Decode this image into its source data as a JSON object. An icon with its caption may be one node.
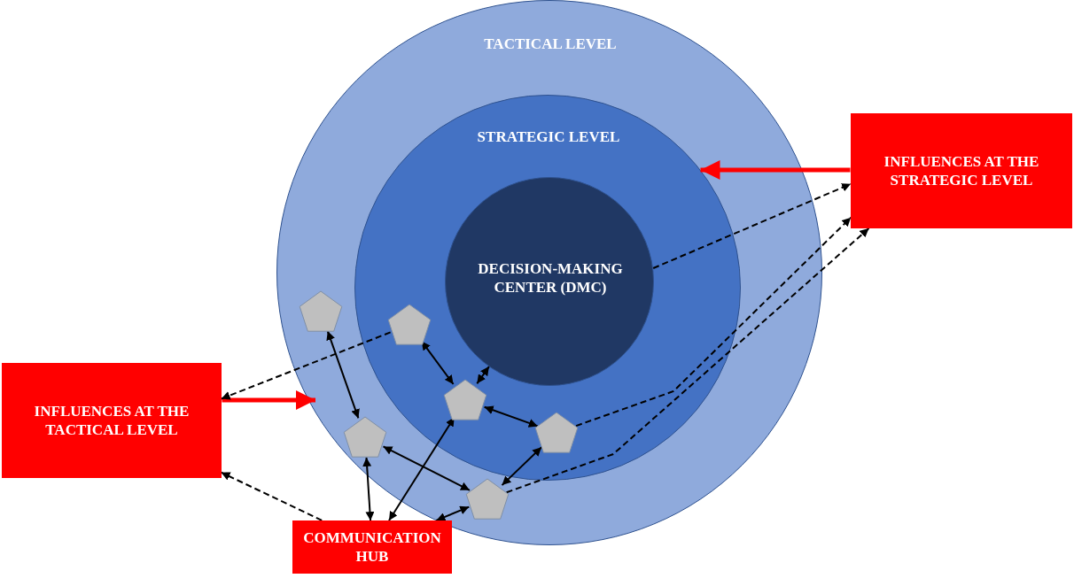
{
  "diagram": {
    "nodes": [
      {
        "text": [
          "TACTICAL LEVEL"
        ]
      },
      {
        "text": [
          "STRATEGIC LEVEL"
        ],
        "in": 0
      },
      {
        "text": [
          "DECISION-MAKING CENTER (DMC)"
        ],
        "in": 1
      },
      {
        "text": [
          "INFLUENCES AT THE STRATEGIC LEVEL"
        ]
      },
      {
        "text": [
          "INFLUENCES AT THE TACTICAL LEVEL"
        ]
      },
      {
        "text": [
          "COMMUNICATION HUB"
        ]
      },
      {
        "text": [],
        "shape": "pentagon",
        "in": 0
      },
      {
        "text": [],
        "shape": "pentagon",
        "in": 0
      },
      {
        "text": [],
        "shape": "pentagon",
        "in": 1
      },
      {
        "text": [],
        "shape": "pentagon",
        "in": 1
      },
      {
        "text": [],
        "shape": "pentagon",
        "in": 0
      },
      {
        "text": [],
        "shape": "pentagon",
        "in": 1
      }
    ],
    "edges": [
      {
        "from": 3,
        "to": 1,
        "arrow": "to",
        "style": "thick",
        "color": "#ff0000"
      },
      {
        "from": 4,
        "to": 0,
        "arrow": "to",
        "style": "thick",
        "color": "#ff0000"
      },
      {
        "from": 2,
        "to": 3,
        "arrow": "to",
        "style": "dashed"
      },
      {
        "from": 11,
        "to": 3,
        "arrow": "to",
        "style": "dashed"
      },
      {
        "from": 10,
        "to": 3,
        "arrow": "to",
        "style": "dashed"
      },
      {
        "from": 8,
        "to": 4,
        "arrow": "to",
        "style": "dashed"
      },
      {
        "from": 5,
        "to": 4,
        "arrow": "to",
        "style": "dashed"
      },
      {
        "from": 6,
        "to": 7,
        "arrow": "both"
      },
      {
        "from": 8,
        "to": 9,
        "arrow": "both"
      },
      {
        "from": 9,
        "to": 2,
        "arrow": "both"
      },
      {
        "from": 9,
        "to": 11,
        "arrow": "both"
      },
      {
        "from": 11,
        "to": 10,
        "arrow": "both"
      },
      {
        "from": 7,
        "to": 10,
        "arrow": "both"
      },
      {
        "from": 7,
        "to": 5,
        "arrow": "both"
      },
      {
        "from": 9,
        "to": 5,
        "arrow": "both"
      },
      {
        "from": 5,
        "to": 10,
        "arrow": "both"
      }
    ]
  }
}
